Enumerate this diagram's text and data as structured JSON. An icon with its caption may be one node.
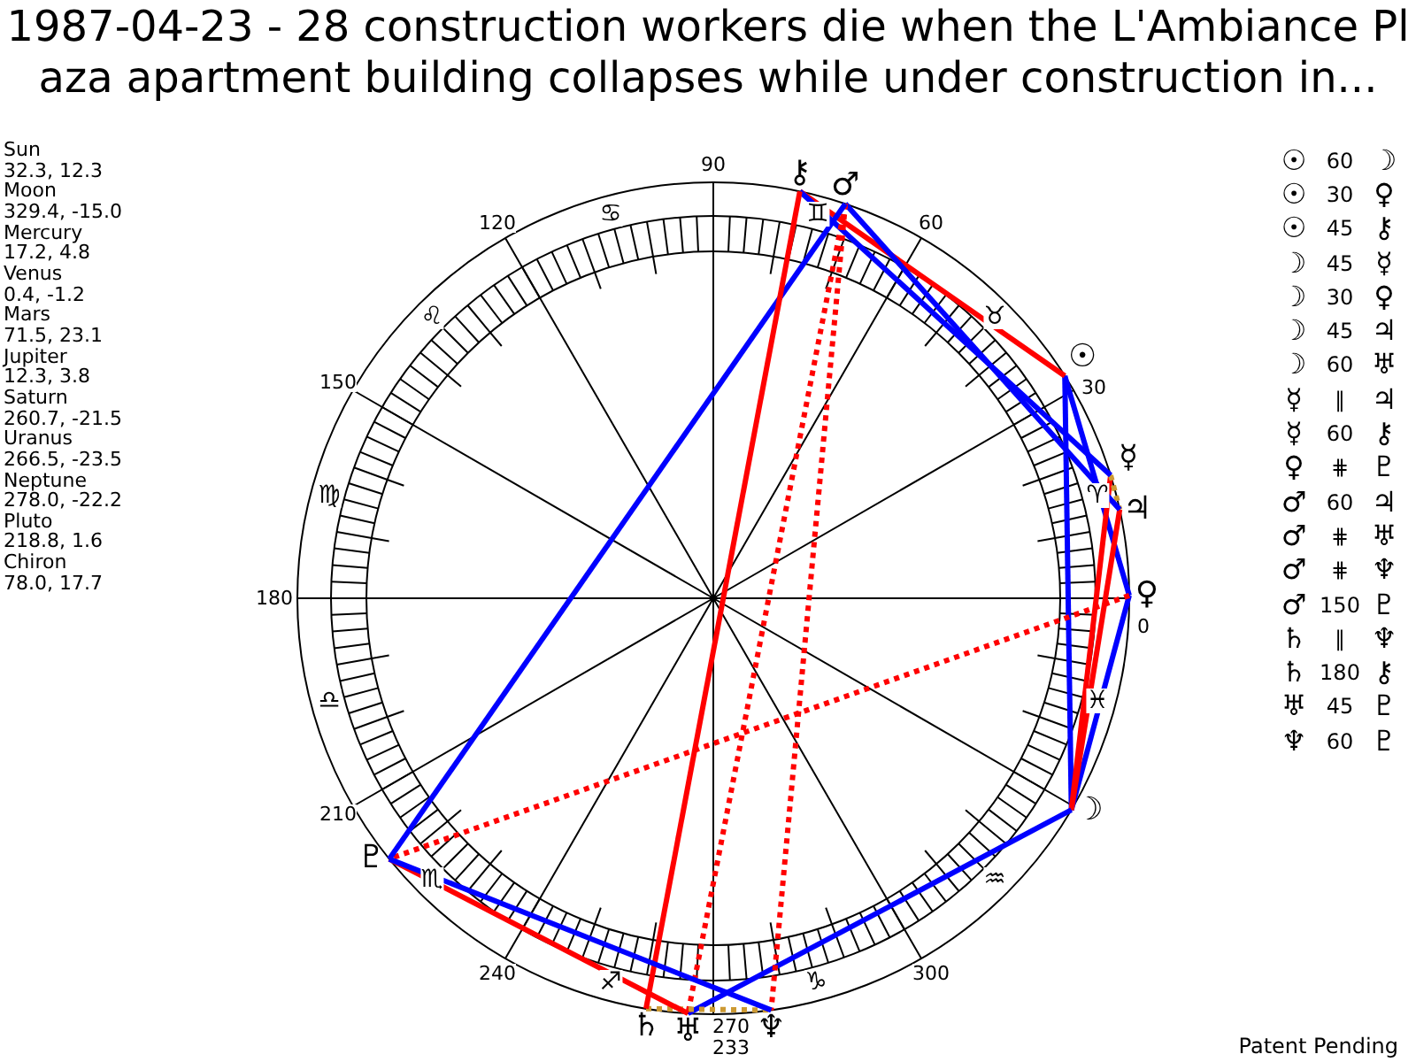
{
  "diagram": {
    "title": "1987-04-23 - 28 construction workers die when the L'Ambiance Plaza apartment building collapses while under construction in...",
    "nodes": [
      {
        "text": [
          "☉"
        ]
      },
      {
        "text": [
          "☽"
        ]
      },
      {
        "text": [
          "☿"
        ]
      },
      {
        "text": [
          "♀"
        ]
      },
      {
        "text": [
          "♂"
        ]
      },
      {
        "text": [
          "♃"
        ]
      },
      {
        "text": [
          "♄"
        ]
      },
      {
        "text": [
          "♅"
        ]
      },
      {
        "text": [
          "♆"
        ]
      },
      {
        "text": [
          "♇"
        ]
      },
      {
        "text": [
          "⚷"
        ]
      }
    ],
    "edges": [
      {
        "from": 0,
        "to": 1,
        "arrow": "none"
      },
      {
        "from": 0,
        "to": 3,
        "arrow": "none"
      },
      {
        "from": 0,
        "to": 10,
        "arrow": "none",
        "color": "#ff0000"
      },
      {
        "from": 1,
        "to": 2,
        "arrow": "none",
        "color": "#ff0000"
      },
      {
        "from": 1,
        "to": 3,
        "arrow": "none"
      },
      {
        "from": 1,
        "to": 5,
        "arrow": "none",
        "color": "#ff0000"
      },
      {
        "from": 1,
        "to": 7,
        "arrow": "none"
      },
      {
        "from": 2,
        "to": 5,
        "arrow": "none",
        "style": "dashed",
        "color": "#cc9933"
      },
      {
        "from": 2,
        "to": 10,
        "arrow": "none"
      },
      {
        "from": 3,
        "to": 9,
        "arrow": "none",
        "style": "dashed",
        "color": "#ff0000"
      },
      {
        "from": 4,
        "to": 5,
        "arrow": "none"
      },
      {
        "from": 4,
        "to": 7,
        "arrow": "none",
        "style": "dashed",
        "color": "#ff0000"
      },
      {
        "from": 4,
        "to": 8,
        "arrow": "none",
        "style": "dashed",
        "color": "#ff0000"
      },
      {
        "from": 4,
        "to": 9,
        "arrow": "none"
      },
      {
        "from": 6,
        "to": 8,
        "arrow": "none",
        "style": "dashed",
        "color": "#cc9933"
      },
      {
        "from": 6,
        "to": 10,
        "arrow": "none",
        "color": "#ff0000"
      },
      {
        "from": 7,
        "to": 9,
        "arrow": "none",
        "color": "#ff0000"
      },
      {
        "from": 8,
        "to": 9,
        "arrow": "none"
      }
    ],
    "labels": [
      "Sun",
      "32.3, 12.3",
      "Moon",
      "329.4, -15.0",
      "Mercury",
      "17.2, 4.8",
      "Venus",
      "0.4, -1.2",
      "Mars",
      "71.5, 23.1",
      "Jupiter",
      "12.3, 3.8",
      "Saturn",
      "260.7, -21.5",
      "Uranus",
      "266.5, -23.5",
      "Neptune",
      "278.0, -22.2",
      "Pluto",
      "218.8, 1.6",
      "Chiron",
      "78.0, 17.7",
      "90",
      "♋",
      "♊",
      "120",
      "60",
      "♌",
      "♉",
      "150",
      "30",
      "♍",
      "♈",
      "180",
      "0",
      "♎",
      "♓",
      "210",
      "♏",
      "♒",
      "240",
      "♐",
      "♑",
      "300",
      "270",
      "233",
      "☉",
      "60",
      "☽",
      "☉",
      "30",
      "♀",
      "☉",
      "45",
      "⚷",
      "☽",
      "45",
      "☿",
      "☽",
      "30",
      "♀",
      "☽",
      "45",
      "♃",
      "☽",
      "60",
      "♅",
      "☿",
      "∥",
      "♃",
      "☿",
      "60",
      "⚷",
      "♀",
      "⋕",
      "♇",
      "♂",
      "60",
      "♃",
      "♂",
      "⋕",
      "♅",
      "♂",
      "⋕",
      "♆",
      "♂",
      "150",
      "♇",
      "♄",
      "∥",
      "♆",
      "♄",
      "180",
      "⚷",
      "♅",
      "45",
      "♇",
      "♆",
      "60",
      "♇",
      "Patent Pending"
    ]
  }
}
